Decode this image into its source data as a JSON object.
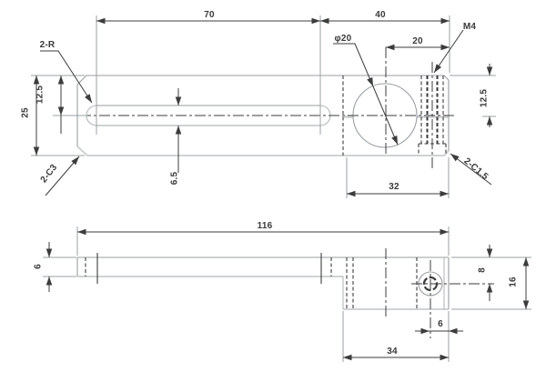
{
  "colors": {
    "background": "#ffffff",
    "line_dark": "#3c3c3c",
    "edge_gray": "#9aa0a4",
    "edge_soft": "#cfd2d4"
  },
  "top_view": {
    "dim_70": "70",
    "dim_40": "40",
    "dim_20": "20",
    "dim_25": "25",
    "dim_12_5_left": "12.5",
    "dim_12_5_right": "12.5",
    "dim_6_5": "6.5",
    "dim_32": "32",
    "label_slot_radius": "2-R",
    "label_hole_dia": "φ20",
    "label_thread": "M4",
    "label_chamfer_left": "2-C3",
    "label_chamfer_right": "2-C1.5"
  },
  "front_view": {
    "dim_116": "116",
    "dim_6_left": "6",
    "dim_8": "8",
    "dim_16": "16",
    "dim_6_right": "6",
    "dim_34": "34"
  }
}
